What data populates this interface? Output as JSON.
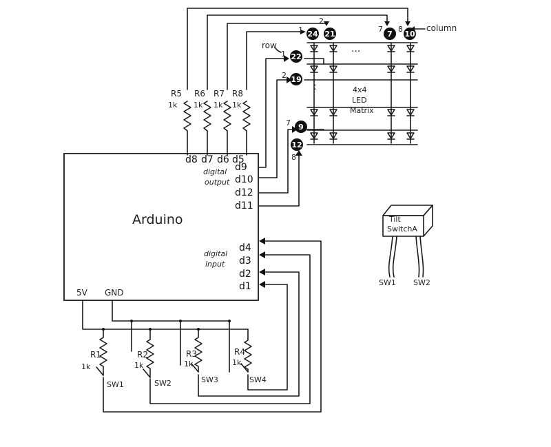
{
  "arduino": {
    "label": "Arduino",
    "output_group": [
      "digital",
      "output"
    ],
    "input_group": [
      "digital",
      "input"
    ],
    "top_pins": [
      "d8",
      "d7",
      "d6",
      "d5"
    ],
    "right_output_pins": [
      "d9",
      "d10",
      "d12",
      "d11"
    ],
    "right_input_pins": [
      "d4",
      "d3",
      "d2",
      "d1"
    ],
    "bottom_pins": [
      "5V",
      "GND"
    ]
  },
  "resistors_top": [
    {
      "name": "R5",
      "value": "1k"
    },
    {
      "name": "R6",
      "value": "1k"
    },
    {
      "name": "R7",
      "value": "1k"
    },
    {
      "name": "R8",
      "value": "1k"
    }
  ],
  "resistors_bottom": [
    {
      "name": "R1",
      "value": "1k"
    },
    {
      "name": "R2",
      "value": "1k"
    },
    {
      "name": "R3",
      "value": "1k"
    },
    {
      "name": "R4",
      "value": "1k"
    }
  ],
  "switches": [
    "SW1",
    "SW2",
    "SW3",
    "SW4"
  ],
  "matrix": {
    "label_lines": [
      "4x4",
      "LED",
      "Matrix"
    ],
    "column_label": "column",
    "row_label": "row",
    "dots": "...",
    "vdots": ":"
  },
  "column_pins": [
    {
      "num": "1",
      "badge": "24"
    },
    {
      "num": "2",
      "badge": "21"
    },
    {
      "num": "7",
      "badge": "7"
    },
    {
      "num": "8",
      "badge": "10"
    }
  ],
  "row_pins": [
    {
      "num": "1",
      "badge": "22"
    },
    {
      "num": "2",
      "badge": "19"
    },
    {
      "num": "7",
      "badge": "9"
    },
    {
      "num": "8",
      "badge": "12"
    }
  ],
  "tilt": {
    "label_lines": [
      "Tilt",
      "SwitchA"
    ],
    "legs": [
      "SW1",
      "SW2"
    ]
  },
  "colors": {
    "ink": "#1a1a1a",
    "badge": "#111111",
    "paper": "#ffffff"
  }
}
